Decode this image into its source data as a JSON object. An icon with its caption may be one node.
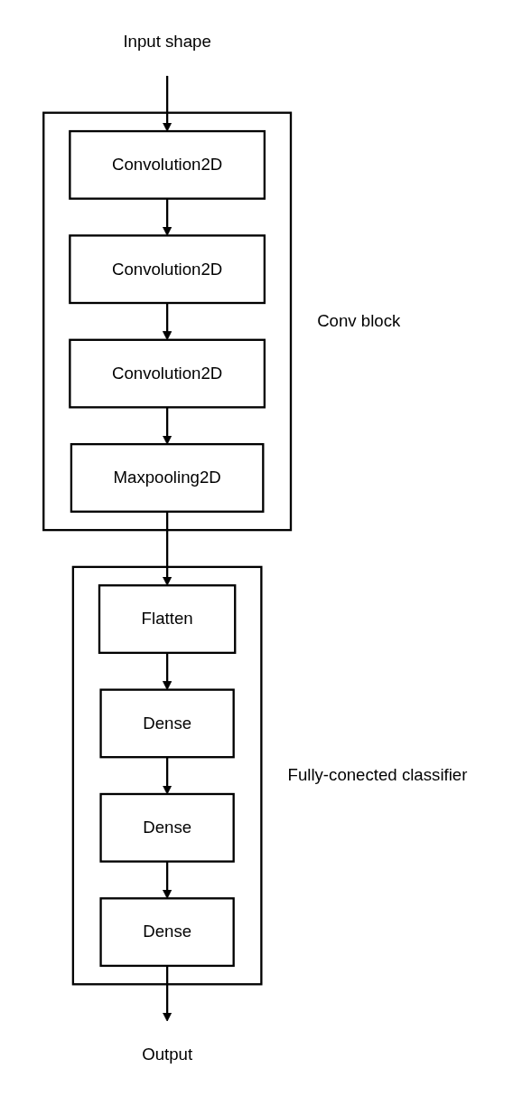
{
  "diagram": {
    "nodes": [
      {
        "text": [
          "Input shape"
        ]
      },
      {
        "text": [
          "Conv block"
        ]
      },
      {
        "text": [
          "Convolution2D"
        ],
        "in": 1
      },
      {
        "text": [
          "Convolution2D"
        ],
        "in": 1
      },
      {
        "text": [
          "Convolution2D"
        ],
        "in": 1
      },
      {
        "text": [
          "Maxpooling2D"
        ],
        "in": 1
      },
      {
        "text": [
          "Fully-conected classifier"
        ]
      },
      {
        "text": [
          "Flatten"
        ],
        "in": 6
      },
      {
        "text": [
          "Dense"
        ],
        "in": 6
      },
      {
        "text": [
          "Dense"
        ],
        "in": 6
      },
      {
        "text": [
          "Dense"
        ],
        "in": 6
      },
      {
        "text": [
          "Output"
        ]
      }
    ],
    "edges": [
      {
        "from": 0,
        "to": 2,
        "arrow": "to"
      },
      {
        "from": 2,
        "to": 3,
        "arrow": "to"
      },
      {
        "from": 3,
        "to": 4,
        "arrow": "to"
      },
      {
        "from": 4,
        "to": 5,
        "arrow": "to"
      },
      {
        "from": 5,
        "to": 7,
        "arrow": "to"
      },
      {
        "from": 7,
        "to": 8,
        "arrow": "to"
      },
      {
        "from": 8,
        "to": 9,
        "arrow": "to"
      },
      {
        "from": 9,
        "to": 10,
        "arrow": "to"
      },
      {
        "from": 10,
        "to": 11,
        "arrow": "to"
      }
    ]
  }
}
